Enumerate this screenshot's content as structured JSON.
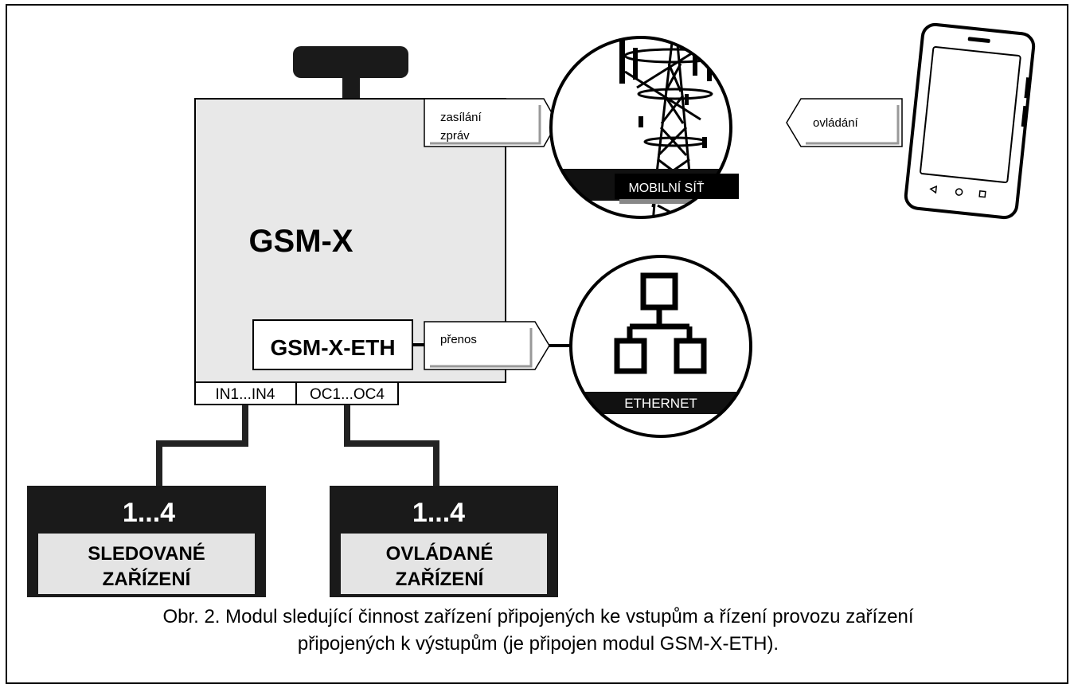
{
  "module": {
    "name": "GSM-X",
    "eth_name": "GSM-X-ETH",
    "inputs_label": "IN1...IN4",
    "outputs_label": "OC1...OC4"
  },
  "arrows": {
    "messages": [
      "zasílání",
      "zpráv"
    ],
    "transfer": "přenos",
    "control": "ovládání"
  },
  "networks": {
    "mobile": "MOBILNÍ SÍŤ",
    "ethernet": "ETHERNET"
  },
  "devices": {
    "monitored": {
      "count": "1...4",
      "line1": "SLEDOVANÉ",
      "line2": "ZAŘÍZENÍ"
    },
    "controlled": {
      "count": "1...4",
      "line1": "OVLÁDANÉ",
      "line2": "ZAŘÍZENÍ"
    }
  },
  "caption": {
    "line1": "Obr. 2. Modul sledující činnost zařízení připojených ke vstupům a řízení provozu zařízení",
    "line2": "připojených k výstupům (je připojen modul GSM-X-ETH)."
  }
}
